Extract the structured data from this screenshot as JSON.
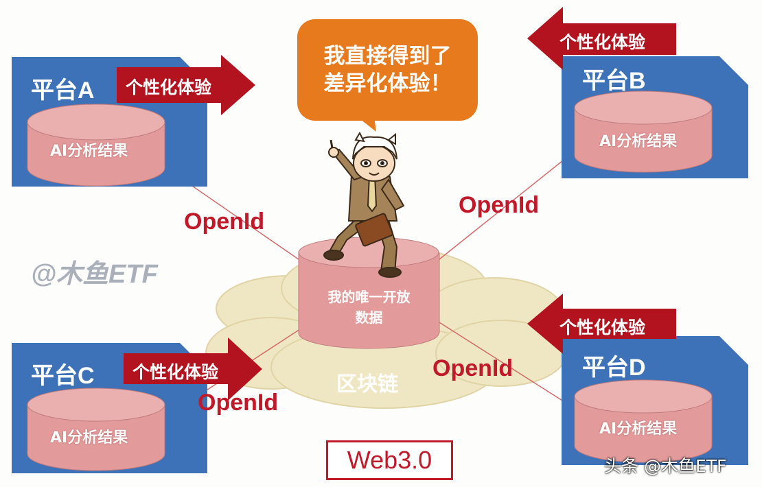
{
  "platforms": [
    {
      "title": "平台A",
      "arrow_label": "个性化体验",
      "db_label": "AI分析结果"
    },
    {
      "title": "平台B",
      "arrow_label": "个性化体验",
      "db_label": "AI分析结果"
    },
    {
      "title": "平台C",
      "arrow_label": "个性化体验",
      "db_label": "AI分析结果"
    },
    {
      "title": "平台D",
      "arrow_label": "个性化体验",
      "db_label": "AI分析结果"
    }
  ],
  "openid_labels": [
    "OpenId",
    "OpenId",
    "OpenId",
    "OpenId"
  ],
  "speech_bubble": {
    "line1": "我直接得到了",
    "line2": "差异化体验！"
  },
  "core_db": {
    "line1": "我的唯一开放",
    "line2": "数据"
  },
  "cloud_label": "区块链",
  "web3_label": "Web3.0",
  "watermark": "@木鱼ETF",
  "corner_mark": "头条 @木鱼ETF",
  "colors": {
    "platform_blue": "#3d72b8",
    "arrow_red": "#b3121f",
    "db_pink": "#e39a9a",
    "bubble_orange": "#e87a1e",
    "cloud_beige": "#efe6c4",
    "openid_red": "#c0192a"
  }
}
